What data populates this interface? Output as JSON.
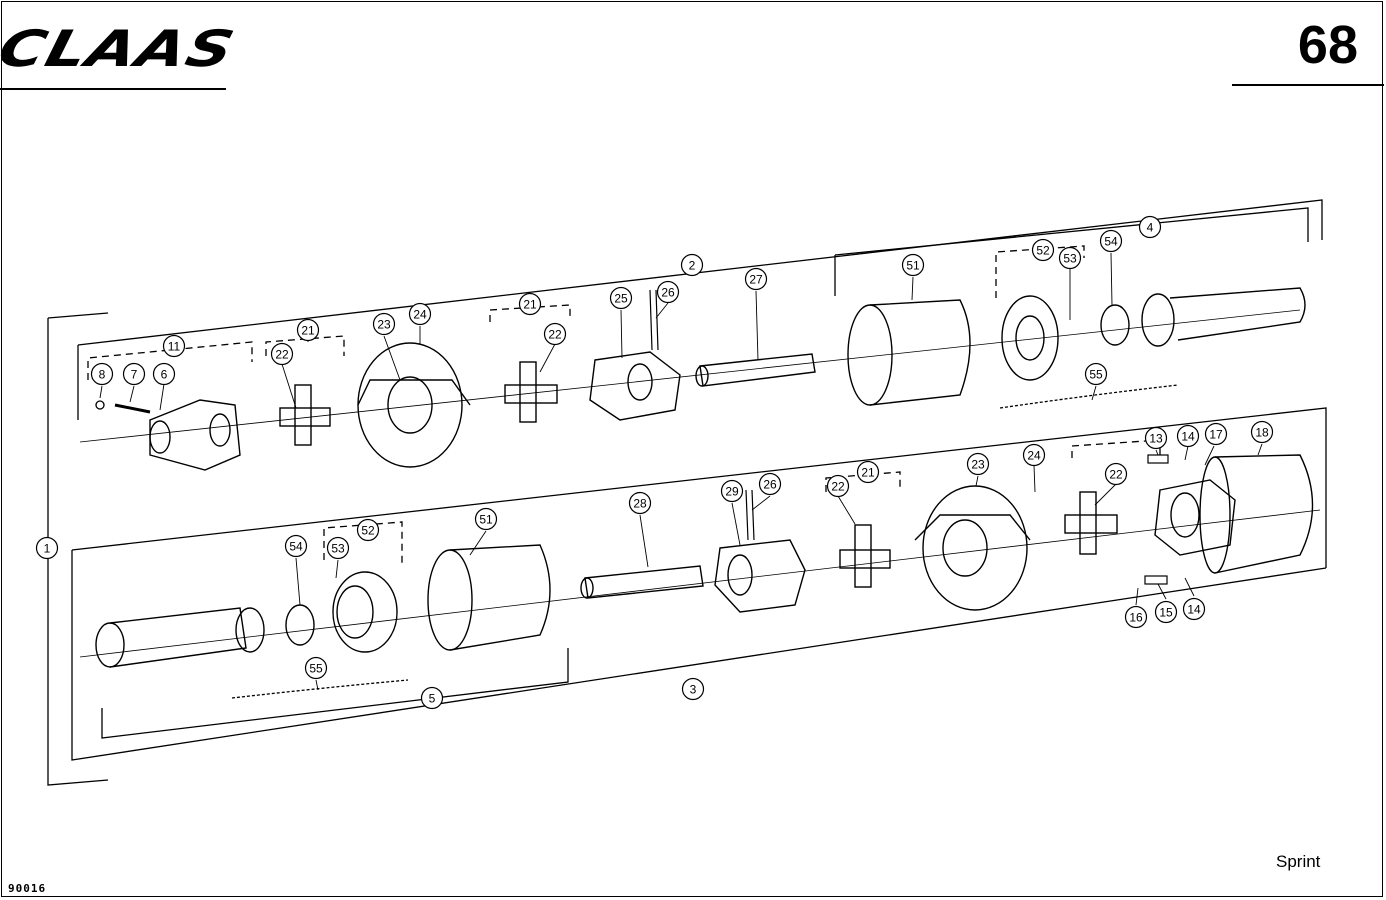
{
  "header": {
    "brand": "CLAAS",
    "page_number": "68"
  },
  "footer": {
    "model": "Sprint",
    "drawing_code": "90016"
  },
  "callouts": [
    "1",
    "2",
    "3",
    "4",
    "5",
    "6",
    "7",
    "8",
    "11",
    "13",
    "14",
    "14",
    "15",
    "16",
    "17",
    "18",
    "21",
    "21",
    "21",
    "22",
    "22",
    "22",
    "22",
    "23",
    "23",
    "24",
    "24",
    "25",
    "26",
    "26",
    "27",
    "28",
    "29",
    "51",
    "51",
    "52",
    "52",
    "53",
    "53",
    "54",
    "54",
    "55",
    "55"
  ]
}
